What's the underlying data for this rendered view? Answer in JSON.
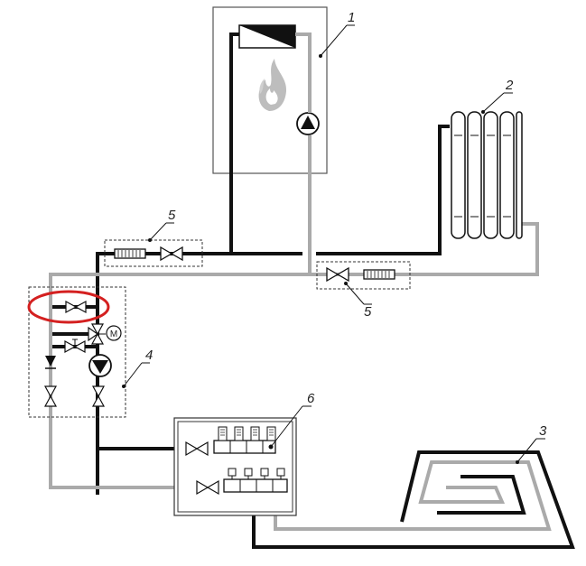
{
  "labels": {
    "boiler": "1",
    "radiator": "2",
    "floor_loop": "3",
    "mixing_unit": "4",
    "valve_meter_supply": "5",
    "valve_meter_return": "5",
    "manifold": "6",
    "motor": "M"
  },
  "colors": {
    "supply_pipe": "#111111",
    "return_pipe": "#aaaaaa",
    "highlight": "#d42020",
    "flame": "#b8b8b8"
  },
  "icons": {
    "boiler_heat_exchanger": "triangle-split-rect-icon",
    "boiler_flame": "flame-icon",
    "pump": "pump-icon",
    "valve": "bowtie-valve-icon",
    "check_valve": "check-valve-icon",
    "flow_meter": "flow-meter-icon",
    "motor": "motor-icon"
  }
}
